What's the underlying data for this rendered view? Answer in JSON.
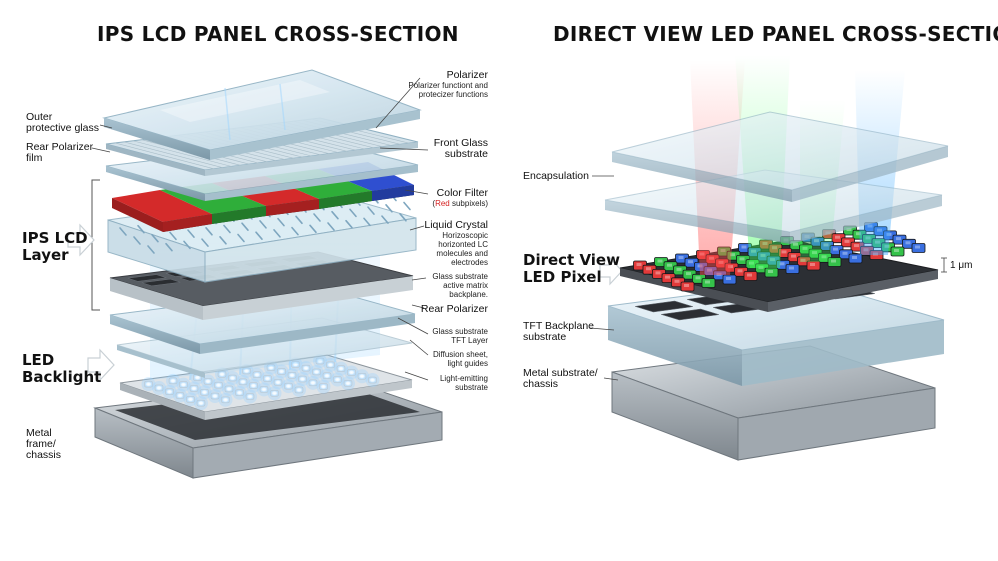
{
  "titles": {
    "left": "IPS LCD PANEL CROSS-SECTION",
    "right": "DIRECT VIEW LED PANEL CROSS-SECTION"
  },
  "left_labels": {
    "outer_glass": [
      "Outer",
      "protective glass"
    ],
    "rear_polarizer_film": [
      "Rear Polarizer",
      "film"
    ],
    "ips_layer": [
      "IPS LCD",
      "Layer"
    ],
    "led_backlight": [
      "LED",
      "Backlight"
    ],
    "metal_frame": [
      "Metal",
      "frame/",
      "chassis"
    ]
  },
  "left_callouts": {
    "polarizer": {
      "title": "Polarizer",
      "sub": [
        "Polarizer functiont and",
        "protecizer functions"
      ]
    },
    "front_glass": {
      "title": [
        "Front Glass",
        "substrate"
      ]
    },
    "color_filter": {
      "title": "Color Filter",
      "sub_red": "Red",
      "sub_rest": " subpixels)",
      "sub_paren": "("
    },
    "liquid_crystal": {
      "title": "Liquid Crystal",
      "sub": [
        "Horizoscopic",
        "horizonted LC",
        "molecules and",
        "electrodes"
      ]
    },
    "glass_active": {
      "sub": [
        "Glass substrate",
        "active matrix",
        "backplane."
      ]
    },
    "rear_polarizer": {
      "title": "Rear Polarizer"
    },
    "glass_tft": {
      "sub": [
        "Glass substrate",
        "TFT Layer"
      ]
    },
    "diffusion": {
      "sub": [
        "Diffusion sheet,",
        "light guides"
      ]
    },
    "light_emitting": {
      "sub": [
        "Light-emitting",
        "substrate"
      ]
    }
  },
  "right_labels": {
    "encapsulation": "Encapsulation",
    "direct_view": [
      "Direct View",
      "LED Pixel"
    ],
    "micron": "1 μm",
    "tft_backplane": [
      "TFT Backplane",
      "substrate"
    ],
    "metal_substrate": [
      "Metal substrate/",
      "chassis"
    ]
  },
  "colors": {
    "glass": "#cfe3ee",
    "glass_edge": "#8fb0c2",
    "filter_red": "#d42a2a",
    "filter_green": "#2fae3a",
    "filter_blue": "#2f4fd0",
    "metal": "#9aa3ab",
    "backplane": "#3a3d42",
    "glow_blue": "#7fc8ff"
  },
  "icons": [
    "arrow-right-icon"
  ]
}
